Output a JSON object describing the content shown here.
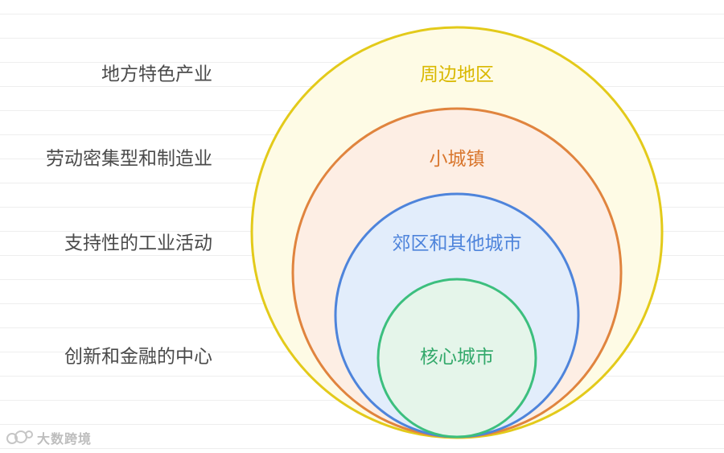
{
  "colors": {
    "outer_stroke": "#e3ca1a",
    "outer_fill": "#fefbe5",
    "second_stroke": "#e0843e",
    "second_fill": "#fdeee4",
    "third_stroke": "#4e84db",
    "third_fill": "#e2edfb",
    "inner_stroke": "#3cbf7e",
    "inner_fill": "#e5f5ea",
    "left_text": "#4a4a4a"
  },
  "left_labels": [
    "地方特色产业",
    "劳动密集型和制造业",
    "支持性的工业活动",
    "创新和金融的中心"
  ],
  "rings": [
    {
      "label": "周边地区",
      "color": "#d9b800"
    },
    {
      "label": "小城镇",
      "color": "#d9772e"
    },
    {
      "label": "郊区和其他城市",
      "color": "#4e84db"
    },
    {
      "label": "核心城市",
      "color": "#33a96b"
    }
  ],
  "watermark": {
    "text": "大数跨境"
  }
}
